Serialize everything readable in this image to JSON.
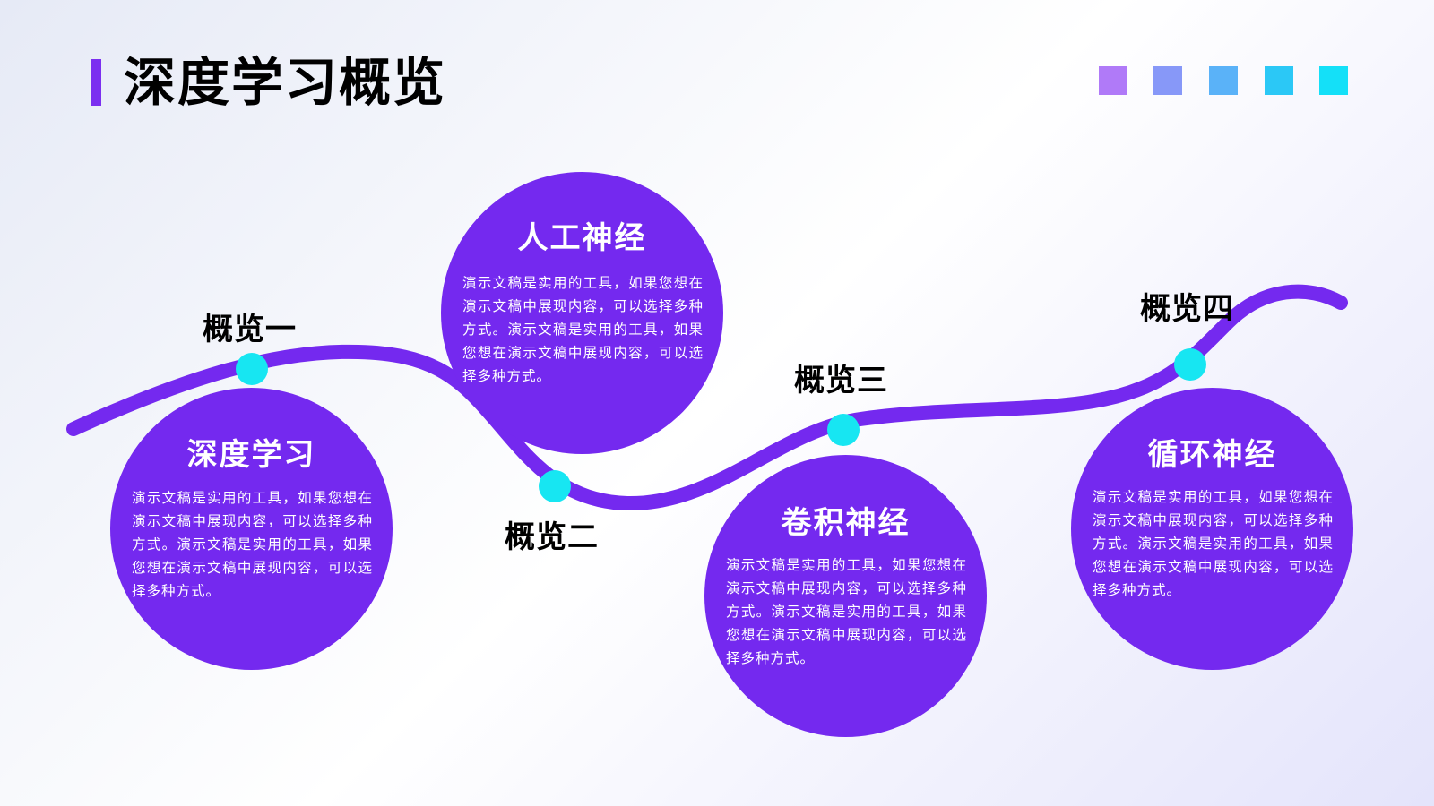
{
  "title": "深度学习概览",
  "colors": {
    "accent": "#7b2ff0",
    "circle": "#7429ef",
    "dot": "#17e6f2"
  },
  "nodes": [
    {
      "label": "概览一",
      "heading": "深度学习",
      "text": "演示文稿是实用的工具，如果您想在演示文稿中展现内容，可以选择多种方式。演示文稿是实用的工具，如果您想在演示文稿中展现内容，可以选择多种方式。"
    },
    {
      "label": "概览二",
      "heading": "人工神经",
      "text": "演示文稿是实用的工具，如果您想在演示文稿中展现内容，可以选择多种方式。演示文稿是实用的工具，如果您想在演示文稿中展现内容，可以选择多种方式。"
    },
    {
      "label": "概览三",
      "heading": "卷积神经",
      "text": "演示文稿是实用的工具，如果您想在演示文稿中展现内容，可以选择多种方式。演示文稿是实用的工具，如果您想在演示文稿中展现内容，可以选择多种方式。"
    },
    {
      "label": "概览四",
      "heading": "循环神经",
      "text": "演示文稿是实用的工具，如果您想在演示文稿中展现内容，可以选择多种方式。演示文稿是实用的工具，如果您想在演示文稿中展现内容，可以选择多种方式。"
    }
  ]
}
